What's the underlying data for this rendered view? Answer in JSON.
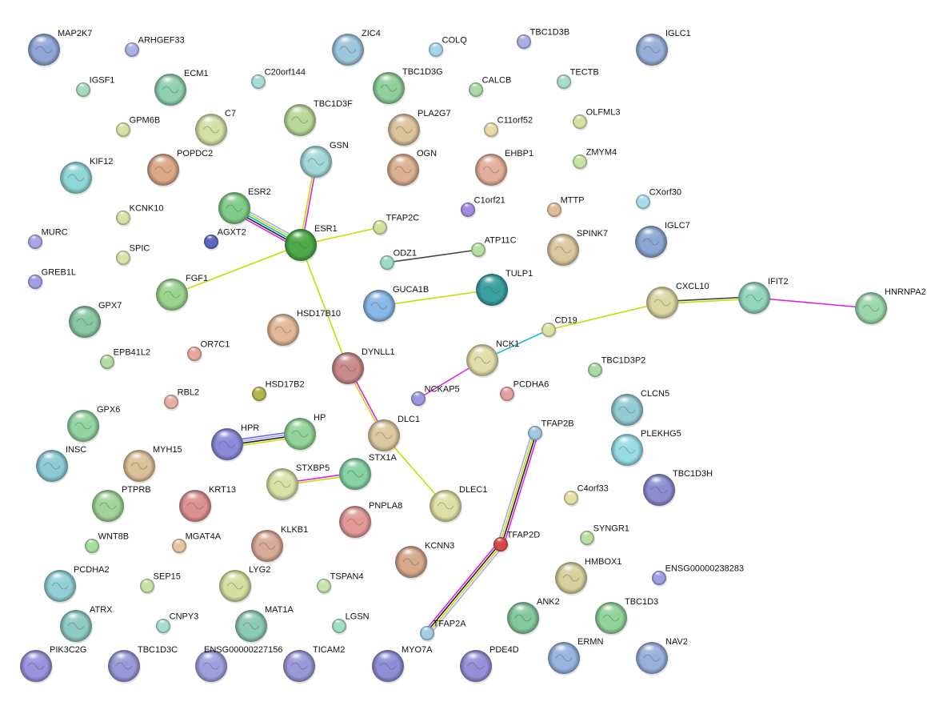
{
  "network": {
    "nodes": [
      {
        "label": "MAP2K7",
        "color": "#8fa6d6"
      },
      {
        "label": "ARHGEF33",
        "color": "#a8b4e6"
      },
      {
        "label": "ZIC4",
        "color": "#9cc6dc"
      },
      {
        "label": "COLQ",
        "color": "#a8d4ea"
      },
      {
        "label": "TBC1D3B",
        "color": "#a8acdf"
      },
      {
        "label": "IGLC1",
        "color": "#96afd6"
      },
      {
        "label": "IGSF1",
        "color": "#a6dcbc"
      },
      {
        "label": "ECM1",
        "color": "#8fd0b0"
      },
      {
        "label": "C20orf144",
        "color": "#a8ddd6"
      },
      {
        "label": "TBC1D3G",
        "color": "#8ecf9a"
      },
      {
        "label": "CALCB",
        "color": "#a8dca2"
      },
      {
        "label": "TECTB",
        "color": "#a6ddc6"
      },
      {
        "label": "GPM6B",
        "color": "#d6e0a2"
      },
      {
        "label": "C7",
        "color": "#d2e0a4"
      },
      {
        "label": "TBC1D3F",
        "color": "#b8d898"
      },
      {
        "label": "PLA2G7",
        "color": "#ddc39c"
      },
      {
        "label": "C11orf52",
        "color": "#e6d8a8"
      },
      {
        "label": "OLFML3",
        "color": "#d2e2a4"
      },
      {
        "label": "KIF12",
        "color": "#8fd6d6"
      },
      {
        "label": "POPDC2",
        "color": "#dba888"
      },
      {
        "label": "GSN",
        "color": "#a4d8d8"
      },
      {
        "label": "OGN",
        "color": "#dcb092"
      },
      {
        "label": "EHBP1",
        "color": "#e2b09a"
      },
      {
        "label": "ZMYM4",
        "color": "#c8e2a4"
      },
      {
        "label": "ESR2",
        "color": "#7fcc88"
      },
      {
        "label": "C1orf21",
        "color": "#a48ae0"
      },
      {
        "label": "MTTP",
        "color": "#e2bc9a"
      },
      {
        "label": "CXorf30",
        "color": "#a8dcea"
      },
      {
        "label": "KCNK10",
        "color": "#d6e2a8"
      },
      {
        "label": "AGXT2",
        "color": "#5a66c0"
      },
      {
        "label": "ESR1",
        "color": "#4caa48"
      },
      {
        "label": "TFAP2C",
        "color": "#cee29a"
      },
      {
        "label": "MURC",
        "color": "#a6a6e6"
      },
      {
        "label": "SPIC",
        "color": "#d8e4aa"
      },
      {
        "label": "ATP11C",
        "color": "#b8e0a0"
      },
      {
        "label": "ODZ1",
        "color": "#9cdcc4"
      },
      {
        "label": "SPINK7",
        "color": "#dcc89e"
      },
      {
        "label": "IGLC7",
        "color": "#8aa8d2"
      },
      {
        "label": "GREB1L",
        "color": "#a0a0e6"
      },
      {
        "label": "FGF1",
        "color": "#9cd48e"
      },
      {
        "label": "TULP1",
        "color": "#3aa0a0"
      },
      {
        "label": "GUCA1B",
        "color": "#88b8e6"
      },
      {
        "label": "CXCL10",
        "color": "#dcd6a2"
      },
      {
        "label": "IFIT2",
        "color": "#92d6bc"
      },
      {
        "label": "HNRNPA2",
        "color": "#9ad8ac"
      },
      {
        "label": "GPX7",
        "color": "#88c8a0"
      },
      {
        "label": "HSD17B10",
        "color": "#e2b898"
      },
      {
        "label": "CD19",
        "color": "#dce2a6"
      },
      {
        "label": "OR7C1",
        "color": "#e6a8a0"
      },
      {
        "label": "NCK1",
        "color": "#e2dca8"
      },
      {
        "label": "TBC1D3P2",
        "color": "#a8dca2"
      },
      {
        "label": "EPB41L2",
        "color": "#b2dca0"
      },
      {
        "label": "DYNLL1",
        "color": "#c88a8a"
      },
      {
        "label": "HSD17B2",
        "color": "#b4b44a"
      },
      {
        "label": "NCKAP5",
        "color": "#9a9ae0"
      },
      {
        "label": "PCDHA6",
        "color": "#e6a0a0"
      },
      {
        "label": "RBL2",
        "color": "#e6b0a8"
      },
      {
        "label": "CLCN5",
        "color": "#92ccd2"
      },
      {
        "label": "GPX6",
        "color": "#94d4a2"
      },
      {
        "label": "HPR",
        "color": "#8a8ad8"
      },
      {
        "label": "HP",
        "color": "#92d49a"
      },
      {
        "label": "DLC1",
        "color": "#dcc8a0"
      },
      {
        "label": "TFAP2B",
        "color": "#a0c8e4"
      },
      {
        "label": "PLEKHG5",
        "color": "#96dce2"
      },
      {
        "label": "INSC",
        "color": "#8ccad4"
      },
      {
        "label": "MYH15",
        "color": "#dcc09a"
      },
      {
        "label": "STXBP5",
        "color": "#d8e2a4"
      },
      {
        "label": "STX1A",
        "color": "#86d2a4"
      },
      {
        "label": "TBC1D3H",
        "color": "#8a8ed0"
      },
      {
        "label": "PTPRB",
        "color": "#a2d49a"
      },
      {
        "label": "KRT13",
        "color": "#dc9090"
      },
      {
        "label": "DLEC1",
        "color": "#dde0a4"
      },
      {
        "label": "C4orf33",
        "color": "#e6dea6"
      },
      {
        "label": "PNPLA8",
        "color": "#e29a98"
      },
      {
        "label": "SYNGR1",
        "color": "#b8e0a4"
      },
      {
        "label": "TFAP2D",
        "color": "#d84848"
      },
      {
        "label": "WNT8B",
        "color": "#a6dca0"
      },
      {
        "label": "MGAT4A",
        "color": "#e6c4a2"
      },
      {
        "label": "KLKB1",
        "color": "#d8aa98"
      },
      {
        "label": "KCNN3",
        "color": "#d4a88a"
      },
      {
        "label": "HMBOX1",
        "color": "#d8d09c"
      },
      {
        "label": "ENSG00000238283",
        "color": "#9c9ee2"
      },
      {
        "label": "PCDHA2",
        "color": "#92d0d6"
      },
      {
        "label": "SEP15",
        "color": "#c8e2a4"
      },
      {
        "label": "LYG2",
        "color": "#d4e0a0"
      },
      {
        "label": "TSPAN4",
        "color": "#c6e2aa"
      },
      {
        "label": "ANK2",
        "color": "#84c89e"
      },
      {
        "label": "TBC1D3",
        "color": "#90d49a"
      },
      {
        "label": "ATRX",
        "color": "#8ecac4"
      },
      {
        "label": "CNPY3",
        "color": "#a6ddd2"
      },
      {
        "label": "MAT1A",
        "color": "#8ccab4"
      },
      {
        "label": "LGSN",
        "color": "#a0dcc0"
      },
      {
        "label": "TFAP2A",
        "color": "#a0d0e2"
      },
      {
        "label": "ERMN",
        "color": "#96b4e0"
      },
      {
        "label": "NAV2",
        "color": "#98b0dc"
      },
      {
        "label": "PIK3C2G",
        "color": "#9a92dc"
      },
      {
        "label": "TBC1D3C",
        "color": "#9898d8"
      },
      {
        "label": "ENSG00000227156",
        "color": "#a0a0e0"
      },
      {
        "label": "TICAM2",
        "color": "#9a98d8"
      },
      {
        "label": "MYO7A",
        "color": "#8e8ed6"
      },
      {
        "label": "PDE4D",
        "color": "#9690d8"
      }
    ],
    "edges": [
      {
        "from": "ESR2",
        "to": "ESR1",
        "channels": [
          "#a8a8ff",
          "#c8dc00",
          "#00b8d8",
          "#222222",
          "#e020e0"
        ]
      },
      {
        "from": "GSN",
        "to": "ESR1",
        "channels": [
          "#e020e0",
          "#c8dc00"
        ]
      },
      {
        "from": "ESR1",
        "to": "TFAP2C",
        "channels": [
          "#c8dc00"
        ]
      },
      {
        "from": "ESR1",
        "to": "FGF1",
        "channels": [
          "#c8dc00"
        ]
      },
      {
        "from": "ESR1",
        "to": "DYNLL1",
        "channels": [
          "#c8dc00"
        ]
      },
      {
        "from": "DYNLL1",
        "to": "DLC1",
        "channels": [
          "#e020e0",
          "#c8dc00"
        ]
      },
      {
        "from": "DLC1",
        "to": "DLEC1",
        "channels": [
          "#c8dc00"
        ]
      },
      {
        "from": "ODZ1",
        "to": "ATP11C",
        "channels": [
          "#444444"
        ]
      },
      {
        "from": "GUCA1B",
        "to": "TULP1",
        "channels": [
          "#c8dc00"
        ]
      },
      {
        "from": "CXCL10",
        "to": "IFIT2",
        "channels": [
          "#444444",
          "#c8dc00"
        ]
      },
      {
        "from": "IFIT2",
        "to": "HNRNPA2",
        "channels": [
          "#e020e0"
        ]
      },
      {
        "from": "CD19",
        "to": "CXCL10",
        "channels": [
          "#c8dc00"
        ]
      },
      {
        "from": "NCK1",
        "to": "CD19",
        "channels": [
          "#20b8d0"
        ]
      },
      {
        "from": "NCK1",
        "to": "NCKAP5",
        "channels": [
          "#e020e0"
        ]
      },
      {
        "from": "HPR",
        "to": "HP",
        "channels": [
          "#6060ff",
          "#a8a8ff",
          "#222222",
          "#c8dc00"
        ]
      },
      {
        "from": "STXBP5",
        "to": "STX1A",
        "channels": [
          "#e020e0",
          "#c8dc00"
        ]
      },
      {
        "from": "TFAP2B",
        "to": "TFAP2D",
        "channels": [
          "#e020e0",
          "#222222",
          "#c8dc00",
          "#a8a8ff"
        ]
      },
      {
        "from": "TFAP2D",
        "to": "TFAP2A",
        "channels": [
          "#a8a8ff",
          "#c8dc00",
          "#222222",
          "#e020e0"
        ]
      }
    ]
  }
}
